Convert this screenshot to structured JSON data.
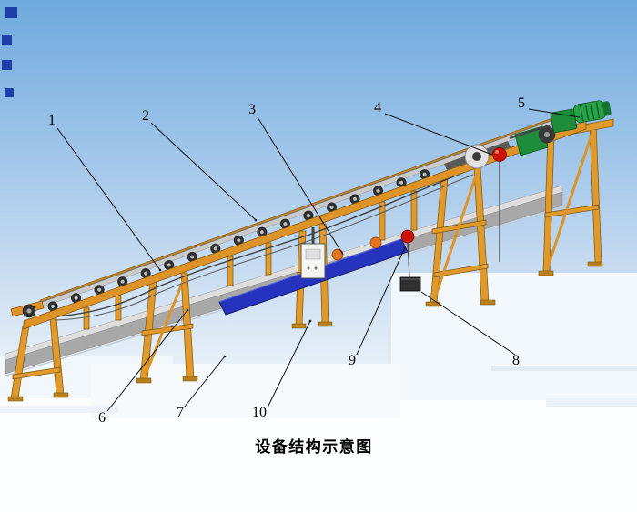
{
  "title": "设备结构示意图",
  "callouts": {
    "c1": "1",
    "c2": "2",
    "c3": "3",
    "c4": "4",
    "c5": "5",
    "c6": "6",
    "c7": "7",
    "c8": "8",
    "c9": "9",
    "c10": "10"
  },
  "colors": {
    "sky_top": "#6FA9DD",
    "frame_orange": "#DD9327",
    "beam_gray": "#A8A8A8",
    "belt_gray": "#CACACA",
    "motor_green": "#1F8C3B",
    "motor_green_light": "#27A249",
    "sensor_red": "#CE1200",
    "ball_orange": "#E2731F",
    "plate_blue": "#2633BE",
    "line_black": "#111111"
  }
}
